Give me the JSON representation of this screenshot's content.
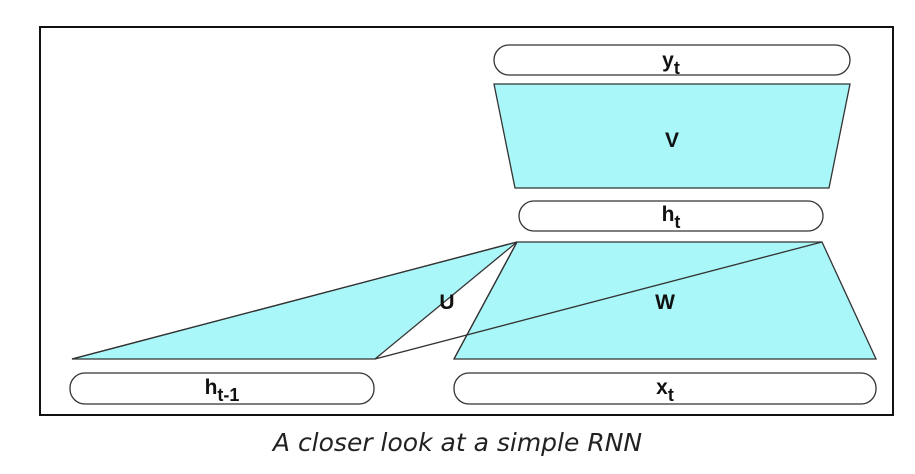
{
  "diagram": {
    "nodes": {
      "y_t": {
        "base": "y",
        "sub": "t"
      },
      "h_t": {
        "base": "h",
        "sub": "t"
      },
      "h_prev": {
        "base": "h",
        "sub": "t-1"
      },
      "x_t": {
        "base": "x",
        "sub": "t"
      }
    },
    "weights": {
      "V": "V",
      "U": "U",
      "W": "W"
    },
    "colors": {
      "fill": "#aaf7f9",
      "overlap": "#6cecf1",
      "stroke": "#333333",
      "frame": "#111111"
    }
  },
  "caption": "A closer look at a simple RNN"
}
